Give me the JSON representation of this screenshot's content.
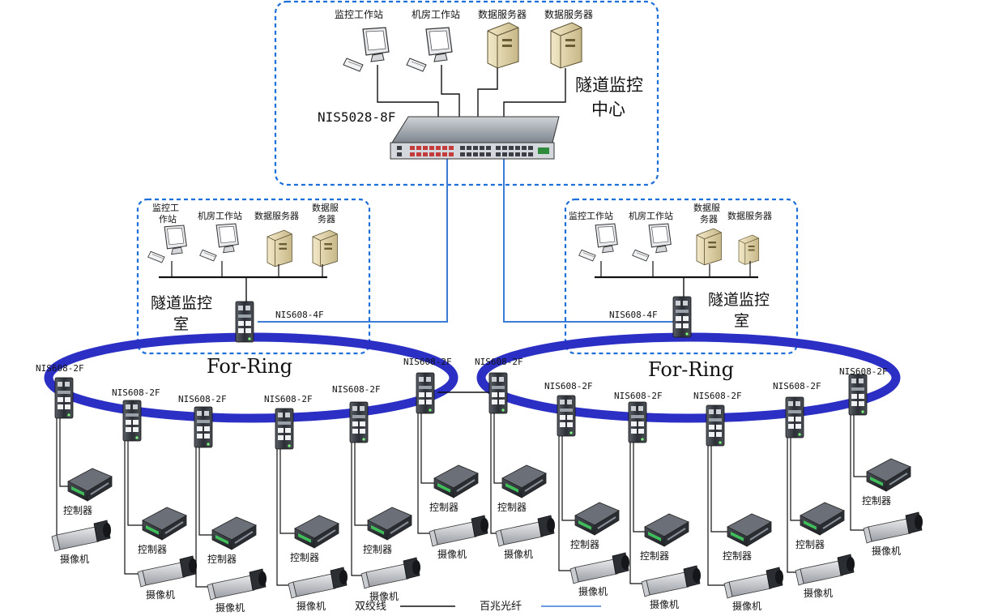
{
  "center": {
    "title": "隧道监控中心",
    "title_line1": "隧道监控",
    "title_line2": "中心",
    "switch_model": "NIS5028-8F",
    "devices": [
      "监控工作站",
      "机房工作站",
      "数据服务器",
      "数据服务器"
    ]
  },
  "room_left": {
    "title_line1": "隧道监控",
    "title_line2": "室",
    "switch_model": "NIS608-4F",
    "devices": [
      "监控工\n作站",
      "机房工作站",
      "数据服务器",
      "数据服\n务器"
    ]
  },
  "room_right": {
    "title_line1": "隧道监控",
    "title_line2": "室",
    "switch_model": "NIS608-4F",
    "devices": [
      "监控工作站",
      "机房工作站",
      "数据服\n务器",
      "数据服务器"
    ]
  },
  "rings": [
    {
      "label": "For-Ring"
    },
    {
      "label": "For-Ring"
    }
  ],
  "field_switch_model": "NIS608-2F",
  "controller_label": "控制器",
  "camera_label": "摄像机",
  "legend": {
    "twisted_pair": "双绞线",
    "fiber": "百兆光纤"
  },
  "colors": {
    "ring": "#2b2fc4",
    "fiber": "#3a7bd5",
    "dash_box": "#1e6fd9",
    "copper": "#111111"
  }
}
